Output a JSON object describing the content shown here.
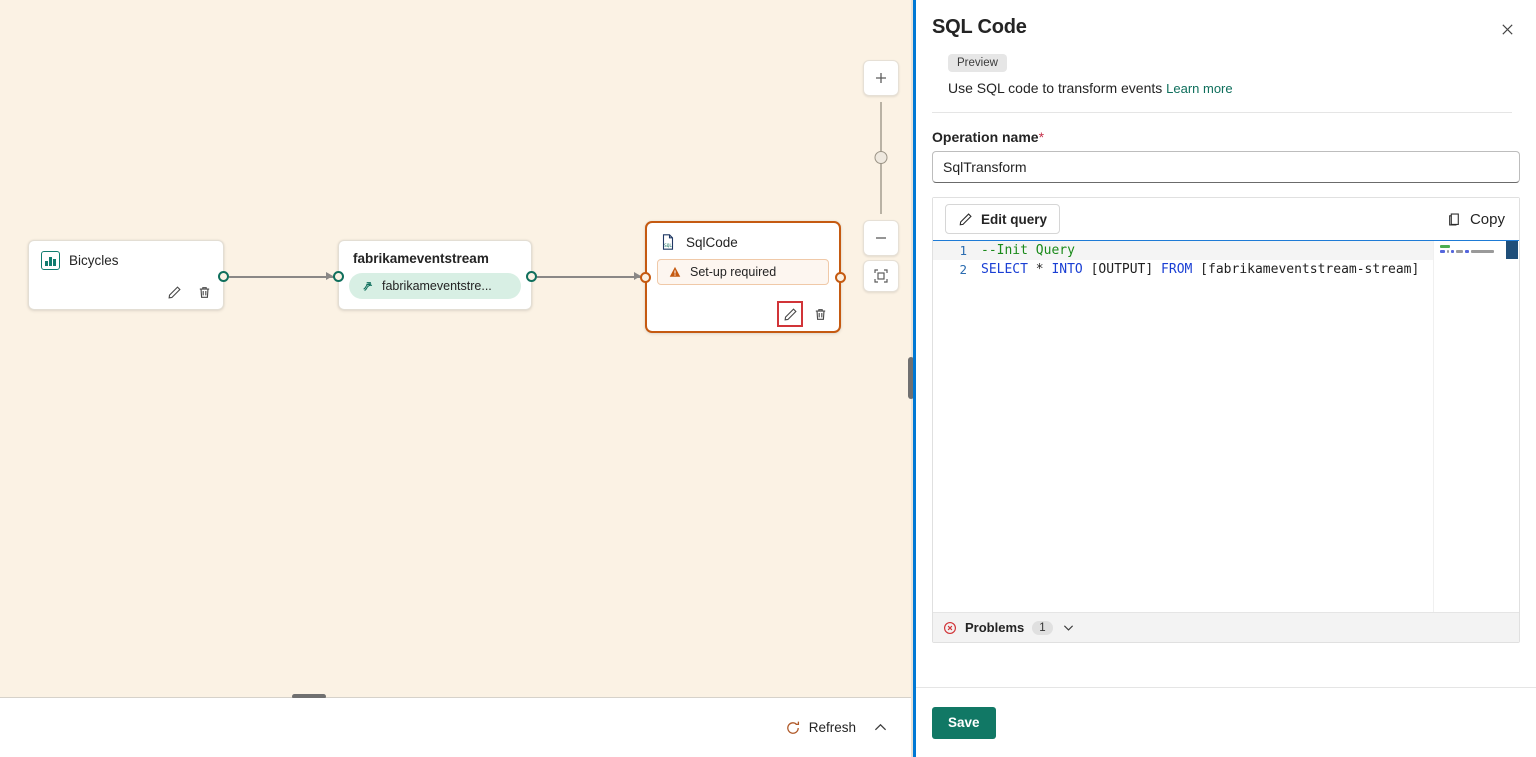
{
  "canvas": {
    "nodes": [
      {
        "id": "bicycles",
        "title": "Bicycles",
        "icon": "chart-icon",
        "actions": [
          "edit-pencil-icon",
          "delete-trash-icon"
        ]
      },
      {
        "id": "fabrikameventstream",
        "title": "fabrikameventstream",
        "pill_label": "fabrikameventstre...",
        "pill_icon": "eventstream-icon"
      },
      {
        "id": "sqlcode",
        "title": "SqlCode",
        "icon": "sql-file-icon",
        "status": "Set-up required",
        "status_icon": "warning-triangle-icon",
        "selected": true,
        "actions": [
          "edit-pencil-icon",
          "delete-trash-icon"
        ]
      }
    ],
    "zoom_controls": {
      "zoom_in": "+",
      "zoom_out": "−",
      "fit_to_view": "fit-to-view-icon"
    },
    "bottom_bar": {
      "refresh_label": "Refresh",
      "refresh_icon": "refresh-circular-arrow-icon",
      "collapse_icon": "chevron-up-icon"
    }
  },
  "panel": {
    "title": "SQL Code",
    "close_icon": "close-x-icon",
    "preview_badge": "Preview",
    "subtitle": "Use SQL code to transform events",
    "learn_more": "Learn more",
    "operation_name": {
      "label": "Operation name",
      "required_marker": "*",
      "value": "SqlTransform"
    },
    "editor_toolbar": {
      "edit_query_label": "Edit query",
      "edit_query_icon": "pencil-icon",
      "copy_label": "Copy",
      "copy_icon": "copy-icon"
    },
    "code": {
      "lines": [
        {
          "number": "1",
          "tokens": [
            {
              "text": "--Init Query",
              "type": "comment"
            }
          ]
        },
        {
          "number": "2",
          "tokens": [
            {
              "text": "SELECT",
              "type": "kw"
            },
            {
              "text": " ",
              "type": "plain"
            },
            {
              "text": "*",
              "type": "star"
            },
            {
              "text": " ",
              "type": "plain"
            },
            {
              "text": "INTO",
              "type": "kw"
            },
            {
              "text": " [OUTPUT] ",
              "type": "plain"
            },
            {
              "text": "FROM",
              "type": "kw"
            },
            {
              "text": " [fabrikameventstream-stream]",
              "type": "plain"
            }
          ]
        }
      ],
      "plain_text": "--Init Query\nSELECT * INTO [OUTPUT] FROM [fabrikameventstream-stream]"
    },
    "problems": {
      "label": "Problems",
      "count": "1",
      "icon": "error-circle-icon",
      "expand_icon": "chevron-down-icon"
    },
    "footer": {
      "save_label": "Save"
    }
  },
  "colors": {
    "canvas_bg": "#fbf2e4",
    "accent_blue": "#0078d4",
    "save_green": "#117865",
    "link_teal": "#0f6f5c",
    "selected_orange": "#c55a11",
    "error_red": "#d13438",
    "port_teal": "#0f6f5c"
  }
}
